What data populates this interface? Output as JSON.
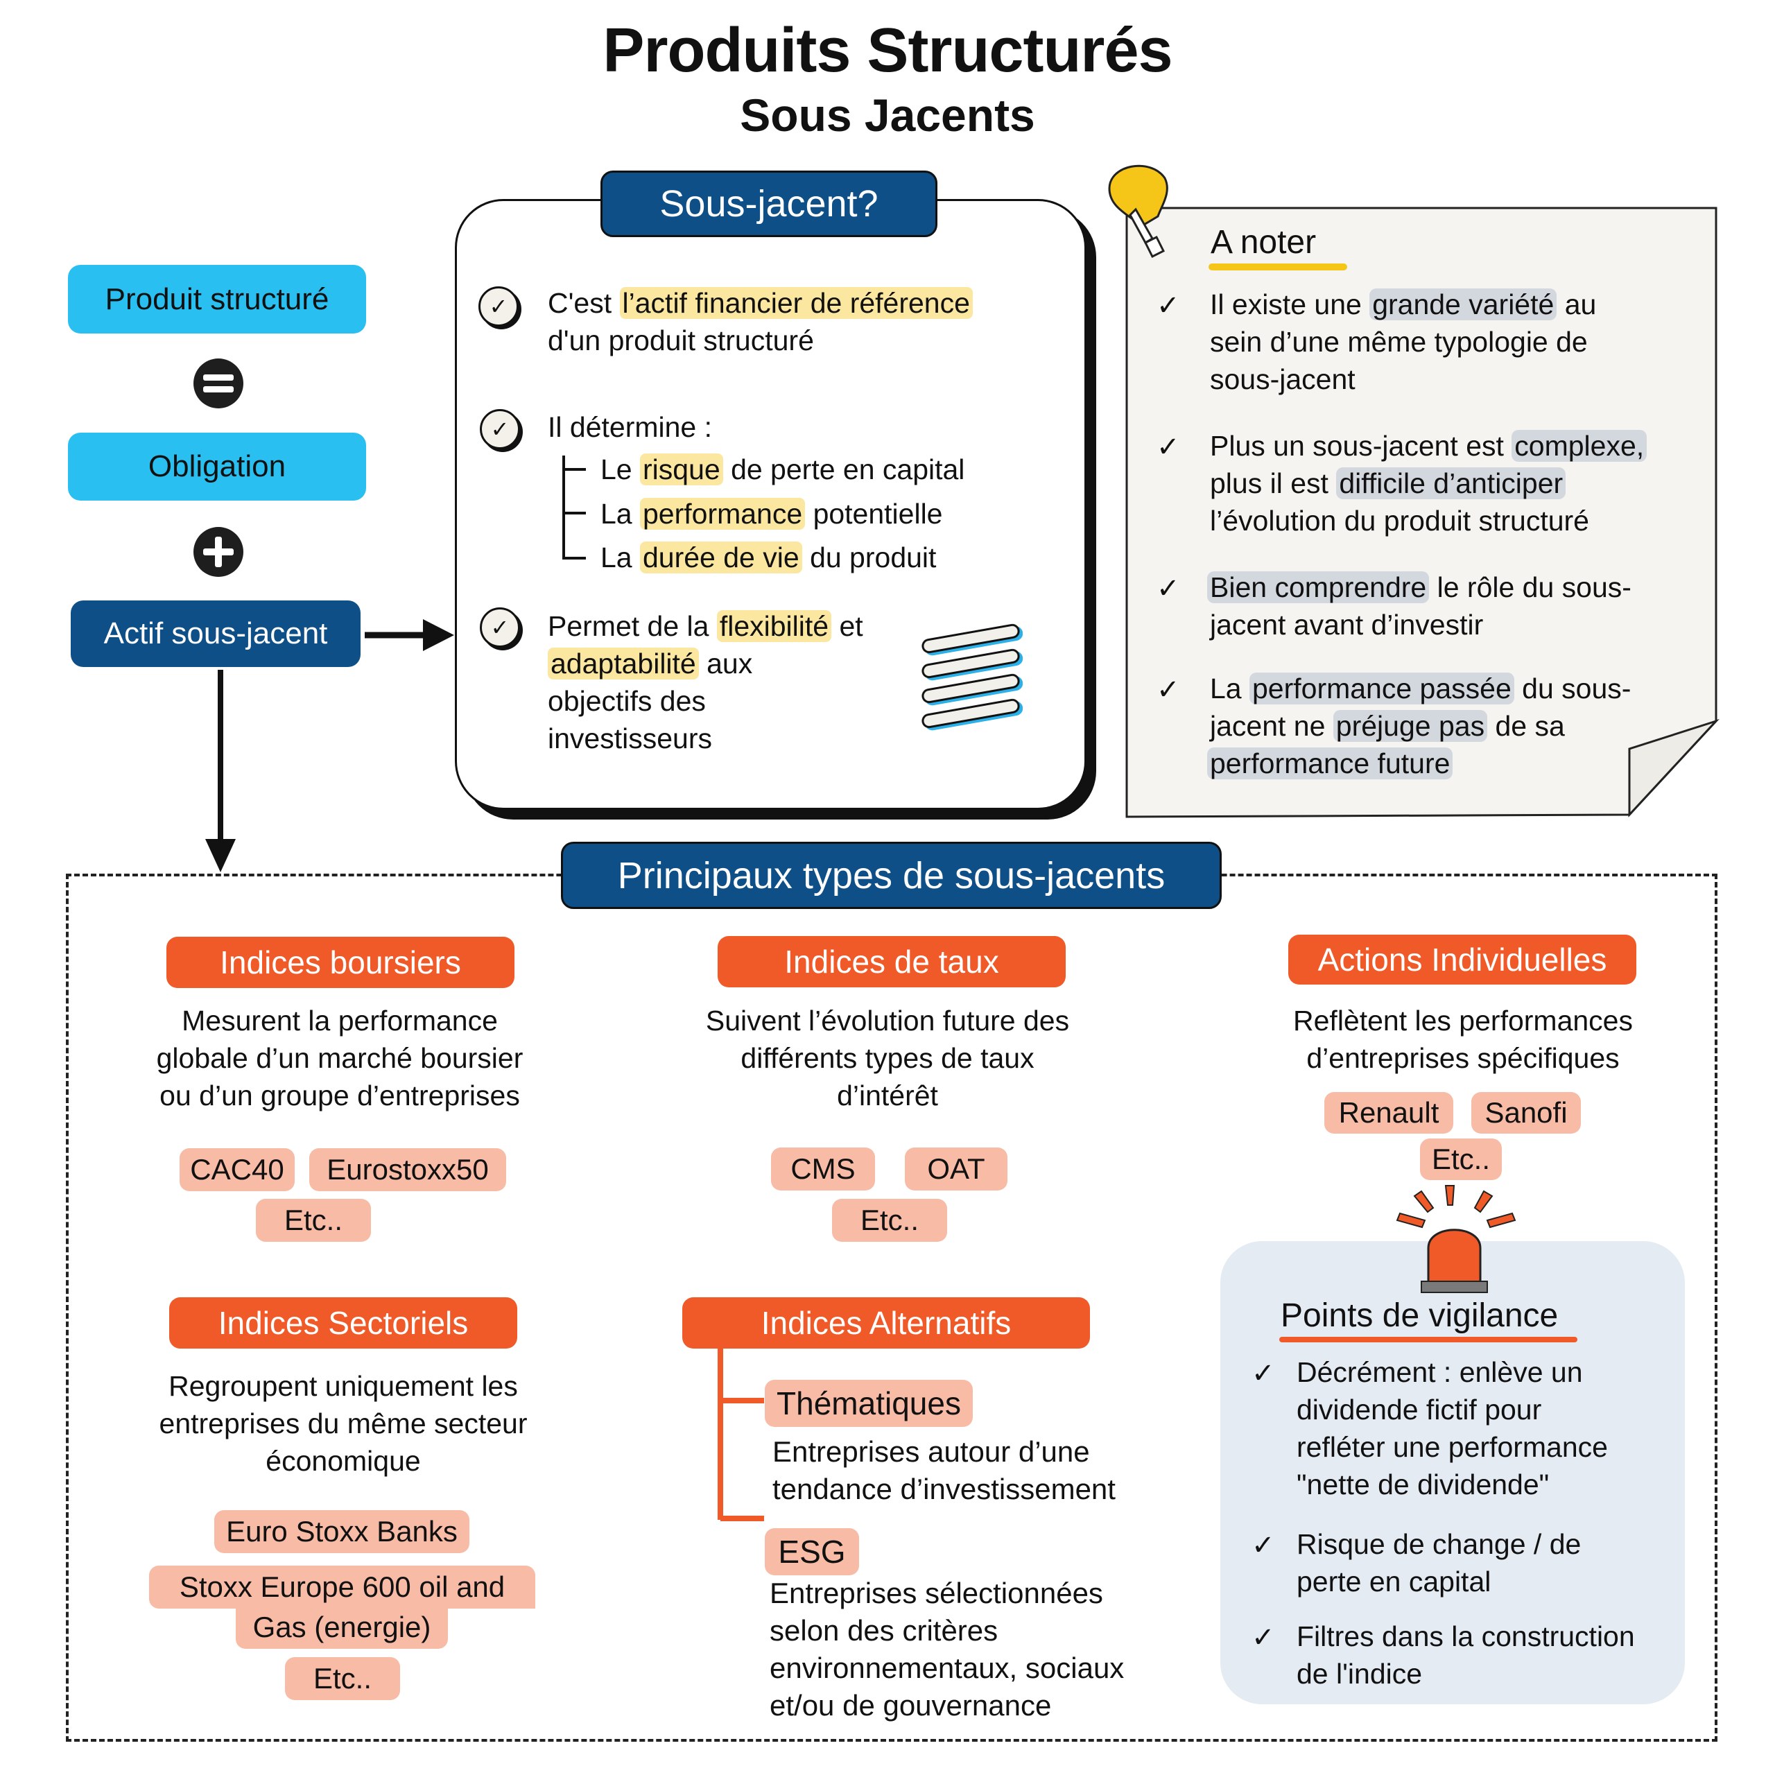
{
  "header": {
    "title": "Produits Structurés",
    "subtitle": "Sous Jacents"
  },
  "equation": {
    "item1": "Produit structuré",
    "op1": "equals",
    "item2": "Obligation",
    "op2": "plus",
    "item3": "Actif sous-jacent"
  },
  "definition": {
    "tab": "Sous-jacent?",
    "point1": {
      "pre": "C'est ",
      "hl": "l’actif financier de référence",
      "line2": "d'un produit structuré"
    },
    "point2": {
      "text": "Il détermine :",
      "sub": [
        {
          "pre": "Le ",
          "hl": "risque",
          "post": " de perte en capital"
        },
        {
          "pre": "La ",
          "hl": "performance",
          "post": " potentielle"
        },
        {
          "pre": "La ",
          "hl": "durée de vie",
          "post": " du produit"
        }
      ]
    },
    "point3": {
      "pre": "Permet de la ",
      "hl1": "flexibilité",
      "mid": " et",
      "hl2": "adaptabilité",
      "post": " aux",
      "line3": "objectifs des",
      "line4": "investisseurs"
    },
    "icon": "spring-icon"
  },
  "note": {
    "title": "A noter",
    "icon": "lightbulb-icon",
    "items": [
      {
        "l1a": "Il existe une ",
        "l1h": "grande variété",
        "l1b": " au",
        "l2": "sein d’une même typologie de",
        "l3": "sous-jacent"
      },
      {
        "l1a": "Plus un sous-jacent est ",
        "l1h": "complexe,",
        "l2a": "plus il est ",
        "l2h": "difficile d’anticiper",
        "l3": "l’évolution du produit structuré"
      },
      {
        "l1h": "Bien comprendre",
        "l1b": " le rôle du sous-",
        "l2": "jacent avant d’investir"
      },
      {
        "l1a": "La ",
        "l1h": "performance passée",
        "l1b": " du sous-",
        "l2a": "jacent ne ",
        "l2h": "préjuge pas",
        "l2b": " de sa",
        "l3h": "performance future"
      }
    ]
  },
  "types": {
    "title": "Principaux types de sous-jacents",
    "boursiers": {
      "label": "Indices boursiers",
      "desc": [
        "Mesurent la performance",
        "globale d’un marché boursier",
        "ou d’un groupe d’entreprises"
      ],
      "chips": [
        "CAC40",
        "Eurostoxx50",
        "Etc.."
      ]
    },
    "taux": {
      "label": "Indices de taux",
      "desc": [
        "Suivent l’évolution future des",
        "différents types de taux",
        "d’intérêt"
      ],
      "chips": [
        "CMS",
        "OAT",
        "Etc.."
      ]
    },
    "actions": {
      "label": "Actions Individuelles",
      "desc": [
        "Reflètent les performances",
        "d’entreprises spécifiques"
      ],
      "chips": [
        "Renault",
        "Sanofi",
        "Etc.."
      ]
    },
    "sectoriels": {
      "label": "Indices Sectoriels",
      "desc": [
        "Regroupent uniquement les",
        "entreprises du même secteur",
        "économique"
      ],
      "chips": [
        "Euro Stoxx Banks",
        "Stoxx Europe 600 oil and",
        "Gas (energie)",
        "Etc.."
      ]
    },
    "alternatifs": {
      "label": "Indices Alternatifs",
      "children": [
        {
          "label": "Thématiques",
          "desc": [
            "Entreprises autour d’une",
            "tendance d’investissement"
          ]
        },
        {
          "label": "ESG",
          "desc": [
            "Entreprises sélectionnées",
            "selon des critères",
            "environnementaux, sociaux",
            "et/ou de gouvernance"
          ]
        }
      ]
    }
  },
  "vigilance": {
    "title": "Points de vigilance",
    "icon": "alarm-siren-icon",
    "items": [
      [
        "Décrément : enlève un",
        "dividende fictif pour",
        "refléter une performance",
        "\"nette de dividende\""
      ],
      [
        "Risque de change / de",
        "perte en capital"
      ],
      [
        "Filtres dans la construction",
        "de l'indice"
      ]
    ]
  },
  "colors": {
    "light_blue": "#29bff0",
    "dark_blue": "#0d4f86",
    "orange": "#f05a28",
    "chip": "#f8bba6",
    "highlight_yellow": "#fbe7a0",
    "highlight_gray": "#d3d7de",
    "vigilance_bg": "#e4ebf3",
    "note_yellow": "#f5c518"
  }
}
